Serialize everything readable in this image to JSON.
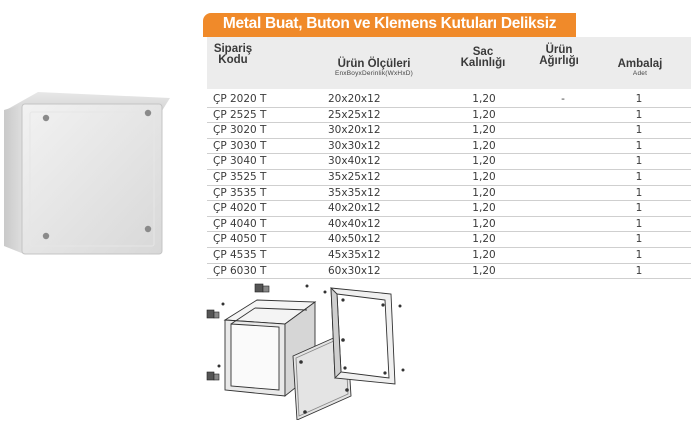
{
  "title": "Metal Buat, Buton ve Klemens Kutuları Deliksiz",
  "headers": {
    "code_line1": "Sipariş",
    "code_line2": "Kodu",
    "dimensions": "Ürün Ölçüleri",
    "dimensions_sub": "EnxBoyxDerinlik(WxHxD)",
    "thickness_line1": "Sac",
    "thickness_line2": "Kalınlığı",
    "weight_line1": "Ürün",
    "weight_line2": "Ağırlığı",
    "pack": "Ambalaj",
    "pack_sub": "Adet"
  },
  "rows": [
    {
      "code": "ÇP 2020 T",
      "dim": "20x20x12",
      "thick": "1,20",
      "weight": "-",
      "pack": "1"
    },
    {
      "code": "ÇP 2525 T",
      "dim": "25x25x12",
      "thick": "1,20",
      "weight": "",
      "pack": "1"
    },
    {
      "code": "ÇP 3020 T",
      "dim": "30x20x12",
      "thick": "1,20",
      "weight": "",
      "pack": "1"
    },
    {
      "code": "ÇP 3030 T",
      "dim": "30x30x12",
      "thick": "1,20",
      "weight": "",
      "pack": "1"
    },
    {
      "code": "ÇP 3040 T",
      "dim": "30x40x12",
      "thick": "1,20",
      "weight": "",
      "pack": "1"
    },
    {
      "code": "ÇP 3525 T",
      "dim": "35x25x12",
      "thick": "1,20",
      "weight": "",
      "pack": "1"
    },
    {
      "code": "ÇP 3535 T",
      "dim": "35x35x12",
      "thick": "1,20",
      "weight": "",
      "pack": "1"
    },
    {
      "code": "ÇP 4020 T",
      "dim": "40x20x12",
      "thick": "1,20",
      "weight": "",
      "pack": "1"
    },
    {
      "code": "ÇP 4040 T",
      "dim": "40x40x12",
      "thick": "1,20",
      "weight": "",
      "pack": "1"
    },
    {
      "code": "ÇP 4050 T",
      "dim": "40x50x12",
      "thick": "1,20",
      "weight": "",
      "pack": "1"
    },
    {
      "code": "ÇP 4535 T",
      "dim": "45x35x12",
      "thick": "1,20",
      "weight": "",
      "pack": "1"
    },
    {
      "code": "ÇP 6030 T",
      "dim": "60x30x12",
      "thick": "1,20",
      "weight": "",
      "pack": "1"
    }
  ],
  "colors": {
    "banner": "#f08a2a",
    "header_bg": "#ececec",
    "row_line": "#cfcfcf"
  }
}
